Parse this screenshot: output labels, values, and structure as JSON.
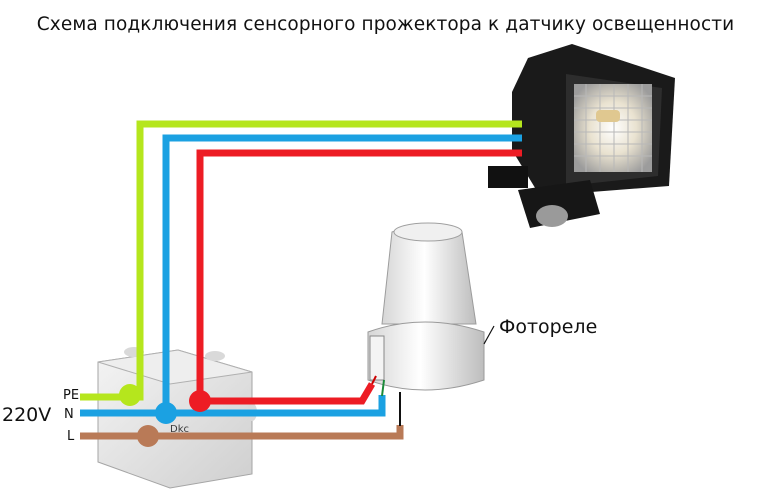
{
  "title": "Схема подключения сенсорного прожектора к датчику освещенности",
  "labels": {
    "photorelay": "Фотореле",
    "voltage": "220V",
    "pe": "PE",
    "n": "N",
    "l": "L",
    "box_brand": "Dkc"
  },
  "colors": {
    "pe_wire": "#b5e61d",
    "n_wire": "#1ba1e2",
    "phase_wire": "#ed1c24",
    "l_wire": "#b97a57"
  }
}
